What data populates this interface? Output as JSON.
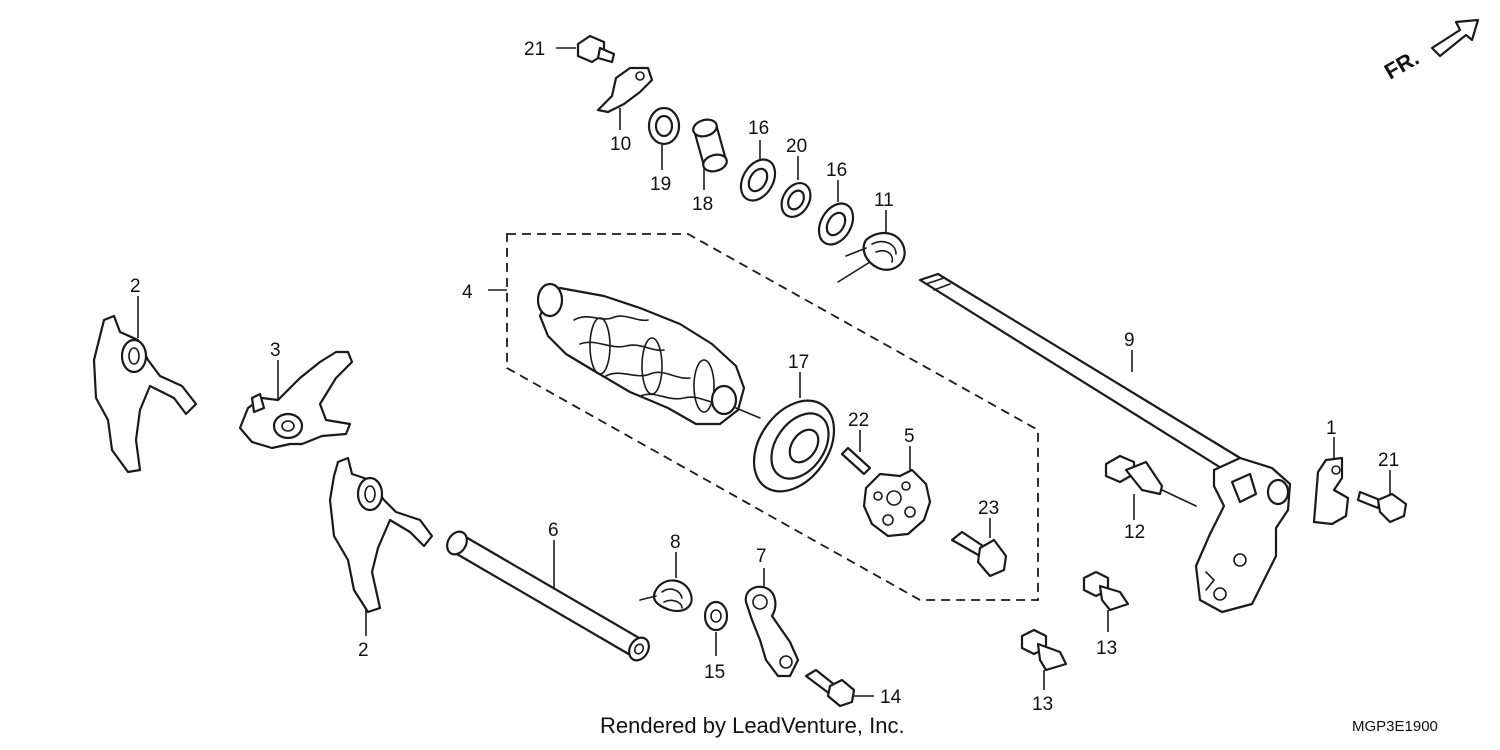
{
  "callouts": {
    "c1": "1",
    "c2a": "2",
    "c2b": "2",
    "c3": "3",
    "c4": "4",
    "c5": "5",
    "c6": "6",
    "c7": "7",
    "c8": "8",
    "c9": "9",
    "c10": "10",
    "c11": "11",
    "c12": "12",
    "c13a": "13",
    "c13b": "13",
    "c14": "14",
    "c15": "15",
    "c16a": "16",
    "c16b": "16",
    "c17": "17",
    "c18": "18",
    "c19": "19",
    "c20": "20",
    "c21a": "21",
    "c21b": "21",
    "c22": "22",
    "c23": "23"
  },
  "direction_label": "FR.",
  "footer": {
    "credit": "Rendered by LeadVenture, Inc.",
    "diagram_code": "MGP3E1900"
  },
  "colors": {
    "line": "#1a1a1a",
    "background": "#ffffff"
  }
}
